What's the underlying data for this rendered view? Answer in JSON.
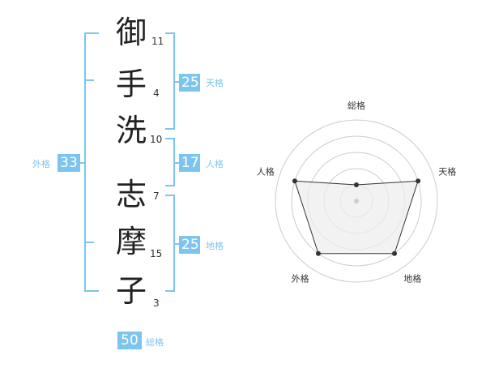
{
  "name": {
    "characters": [
      {
        "char": "御",
        "strokes": "11"
      },
      {
        "char": "手",
        "strokes": "4"
      },
      {
        "char": "洗",
        "strokes": "10"
      },
      {
        "char": "志",
        "strokes": "7"
      },
      {
        "char": "摩",
        "strokes": "15"
      },
      {
        "char": "子",
        "strokes": "3"
      }
    ]
  },
  "fortunes": {
    "tenkaku": {
      "score": "25",
      "label": "天格"
    },
    "jinkaku": {
      "score": "17",
      "label": "人格"
    },
    "chikaku": {
      "score": "25",
      "label": "地格"
    },
    "gaikaku": {
      "score": "33",
      "label": "外格"
    },
    "soukaku": {
      "score": "50",
      "label": "総格"
    }
  },
  "colors": {
    "accent": "#7cc5ee",
    "text": "#222222",
    "radar_fill": "#eeeeee",
    "radar_line": "#333333",
    "radar_grid": "#cccccc"
  },
  "chart_data": {
    "type": "radar",
    "axes": [
      "総格",
      "天格",
      "地格",
      "外格",
      "人格"
    ],
    "values": [
      1,
      4,
      4,
      4,
      4
    ],
    "max": 5,
    "grid_rings": 5
  }
}
